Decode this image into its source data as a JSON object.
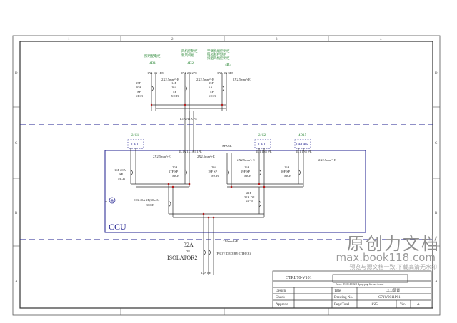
{
  "colors": {
    "line": "#1f1f8f",
    "wire": "#2b2b2b",
    "green": "#2f8a3a",
    "red": "#b51a1a",
    "frame": "#333333"
  },
  "border": {
    "columns": [
      "1",
      "2",
      "3",
      "4"
    ],
    "rows": [
      "D",
      "C",
      "B",
      "A"
    ]
  },
  "panels": {
    "upper": {
      "groups": [
        {
          "tag": "4B1",
          "desc": "照明配电柜"
        },
        {
          "tag": "4B2",
          "desc": "风机控制柜\n新风机组"
        },
        {
          "tag": "4B3",
          "desc": "空调机组控制柜\n排风机控制柜\n排烟风机控制柜"
        }
      ],
      "breakers": [
        {
          "name": "15F\n10A\nSP\nMCB",
          "pins": "1N1 1N 1PE"
        },
        {
          "name": "14F\n16A\nSP\nMCB",
          "pins": "2N1 2N 2PE"
        },
        {
          "name": "15F\n6A\nSP\nMCB",
          "pins": "3N1 3N 3PE"
        }
      ],
      "cables": [
        "2X2.5mm²+E",
        "2X2.5mm²+E",
        "2X2.5mm²+E"
      ],
      "terminals": "L1A  N1A  PE"
    },
    "lower": {
      "boxes": [
        {
          "tag": "2JC1",
          "label": "LMD"
        },
        {
          "tag": "2JC2",
          "label": "LMD"
        },
        {
          "tag": "4D15",
          "label": "DBOPS"
        }
      ],
      "spare": "SPARE",
      "breakers": [
        {
          "name": "16F 20A\nSP\nMCB"
        },
        {
          "name": "20A\n17F SP\nMCB"
        },
        {
          "name": "20A\n18F SP\nMCB"
        },
        {
          "name": "16A\n19F SP\nMCB"
        },
        {
          "name": "16A\n20F SP\nMCB"
        }
      ],
      "cables": [
        "2X2.5mm²+E",
        "2X2.5mm²+E",
        "2X2.5mm²+E",
        "2X2.5mm²+E"
      ],
      "main_mcb": "21F\n32A DP\nMCB",
      "gk": "GK 40A 2P(30mA)\nRCCB",
      "ccu": "CCU"
    },
    "isolator": {
      "rating": "32A",
      "pole": "DP",
      "name": "ISOLATOR2",
      "cable": "2X6mm²+E",
      "provided": "(PROVIDED BY OTHER)",
      "terminals": "L   N   PE"
    }
  },
  "title_block": {
    "drawing_title": "CTRL70-V101",
    "error_note": "Error: IEEO.LOGO-2png.png file not found",
    "rows": [
      {
        "label": "Design",
        "field": "Title",
        "value": "CCU配置"
      },
      {
        "label": "Check",
        "field": "Drawing No.",
        "value": "C71W0011P01"
      },
      {
        "label": "Approve",
        "field": "Page/Total",
        "value": "1/25",
        "ver_label": "Ver.",
        "ver": "A"
      }
    ]
  },
  "watermark": {
    "logo": "原创力文档",
    "url": "max.book118.com",
    "note": "预览与源文档一致,下载高清无水印"
  }
}
